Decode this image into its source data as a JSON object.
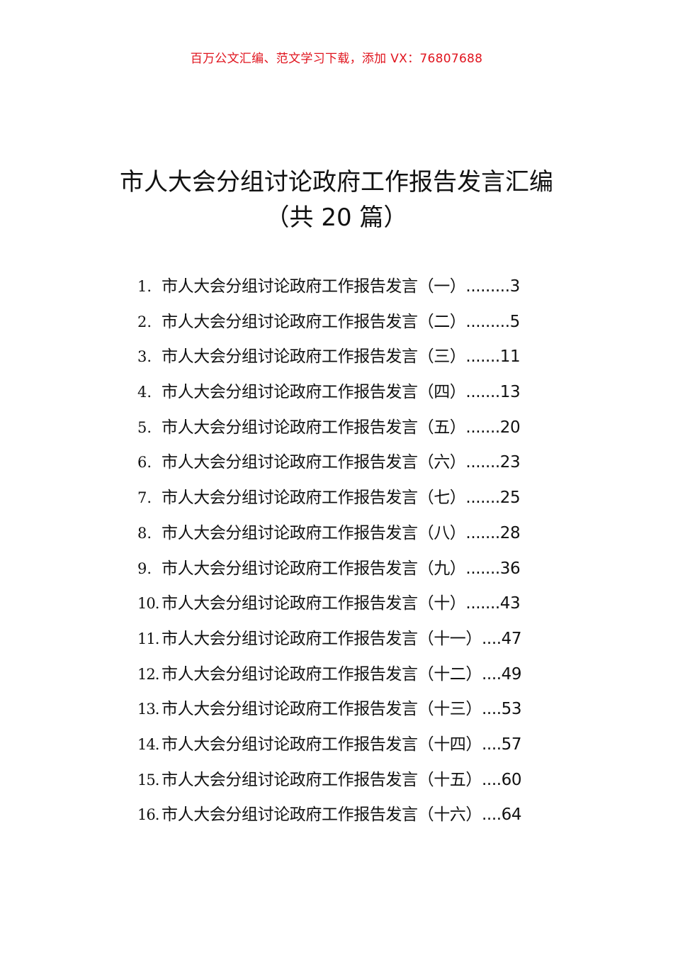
{
  "header": {
    "text": "百万公文汇编、范文学习下载，添加 VX：76807688",
    "color": "#e0141e"
  },
  "title": {
    "line1": "市人大会分组讨论政府工作报告发言汇编",
    "line2": "（共 20 篇）"
  },
  "toc": [
    {
      "num": "1.",
      "title": "市人大会分组讨论政府工作报告发言（一）",
      "leader": ".........",
      "page": "3"
    },
    {
      "num": "2.",
      "title": "市人大会分组讨论政府工作报告发言（二）",
      "leader": ".........",
      "page": "5"
    },
    {
      "num": "3.",
      "title": "市人大会分组讨论政府工作报告发言（三）",
      "leader": ".......",
      "page": "11"
    },
    {
      "num": "4.",
      "title": "市人大会分组讨论政府工作报告发言（四）",
      "leader": ".......",
      "page": "13"
    },
    {
      "num": "5.",
      "title": "市人大会分组讨论政府工作报告发言（五）",
      "leader": ".......",
      "page": "20"
    },
    {
      "num": "6.",
      "title": "市人大会分组讨论政府工作报告发言（六）",
      "leader": ".......",
      "page": "23"
    },
    {
      "num": "7.",
      "title": "市人大会分组讨论政府工作报告发言（七）",
      "leader": ".......",
      "page": "25"
    },
    {
      "num": "8.",
      "title": "市人大会分组讨论政府工作报告发言（八）",
      "leader": ".......",
      "page": "28"
    },
    {
      "num": "9.",
      "title": "市人大会分组讨论政府工作报告发言（九）",
      "leader": ".......",
      "page": "36"
    },
    {
      "num": "10.",
      "title": "市人大会分组讨论政府工作报告发言（十）",
      "leader": ".......",
      "page": "43"
    },
    {
      "num": "11.",
      "title": "市人大会分组讨论政府工作报告发言（十一）",
      "leader": "....",
      "page": "47"
    },
    {
      "num": "12.",
      "title": "市人大会分组讨论政府工作报告发言（十二）",
      "leader": "....",
      "page": "49"
    },
    {
      "num": "13.",
      "title": "市人大会分组讨论政府工作报告发言（十三）",
      "leader": "....",
      "page": "53"
    },
    {
      "num": "14.",
      "title": "市人大会分组讨论政府工作报告发言（十四）",
      "leader": "....",
      "page": "57"
    },
    {
      "num": "15.",
      "title": "市人大会分组讨论政府工作报告发言（十五）",
      "leader": "....",
      "page": "60"
    },
    {
      "num": "16.",
      "title": "市人大会分组讨论政府工作报告发言（十六）",
      "leader": "....",
      "page": "64"
    }
  ]
}
